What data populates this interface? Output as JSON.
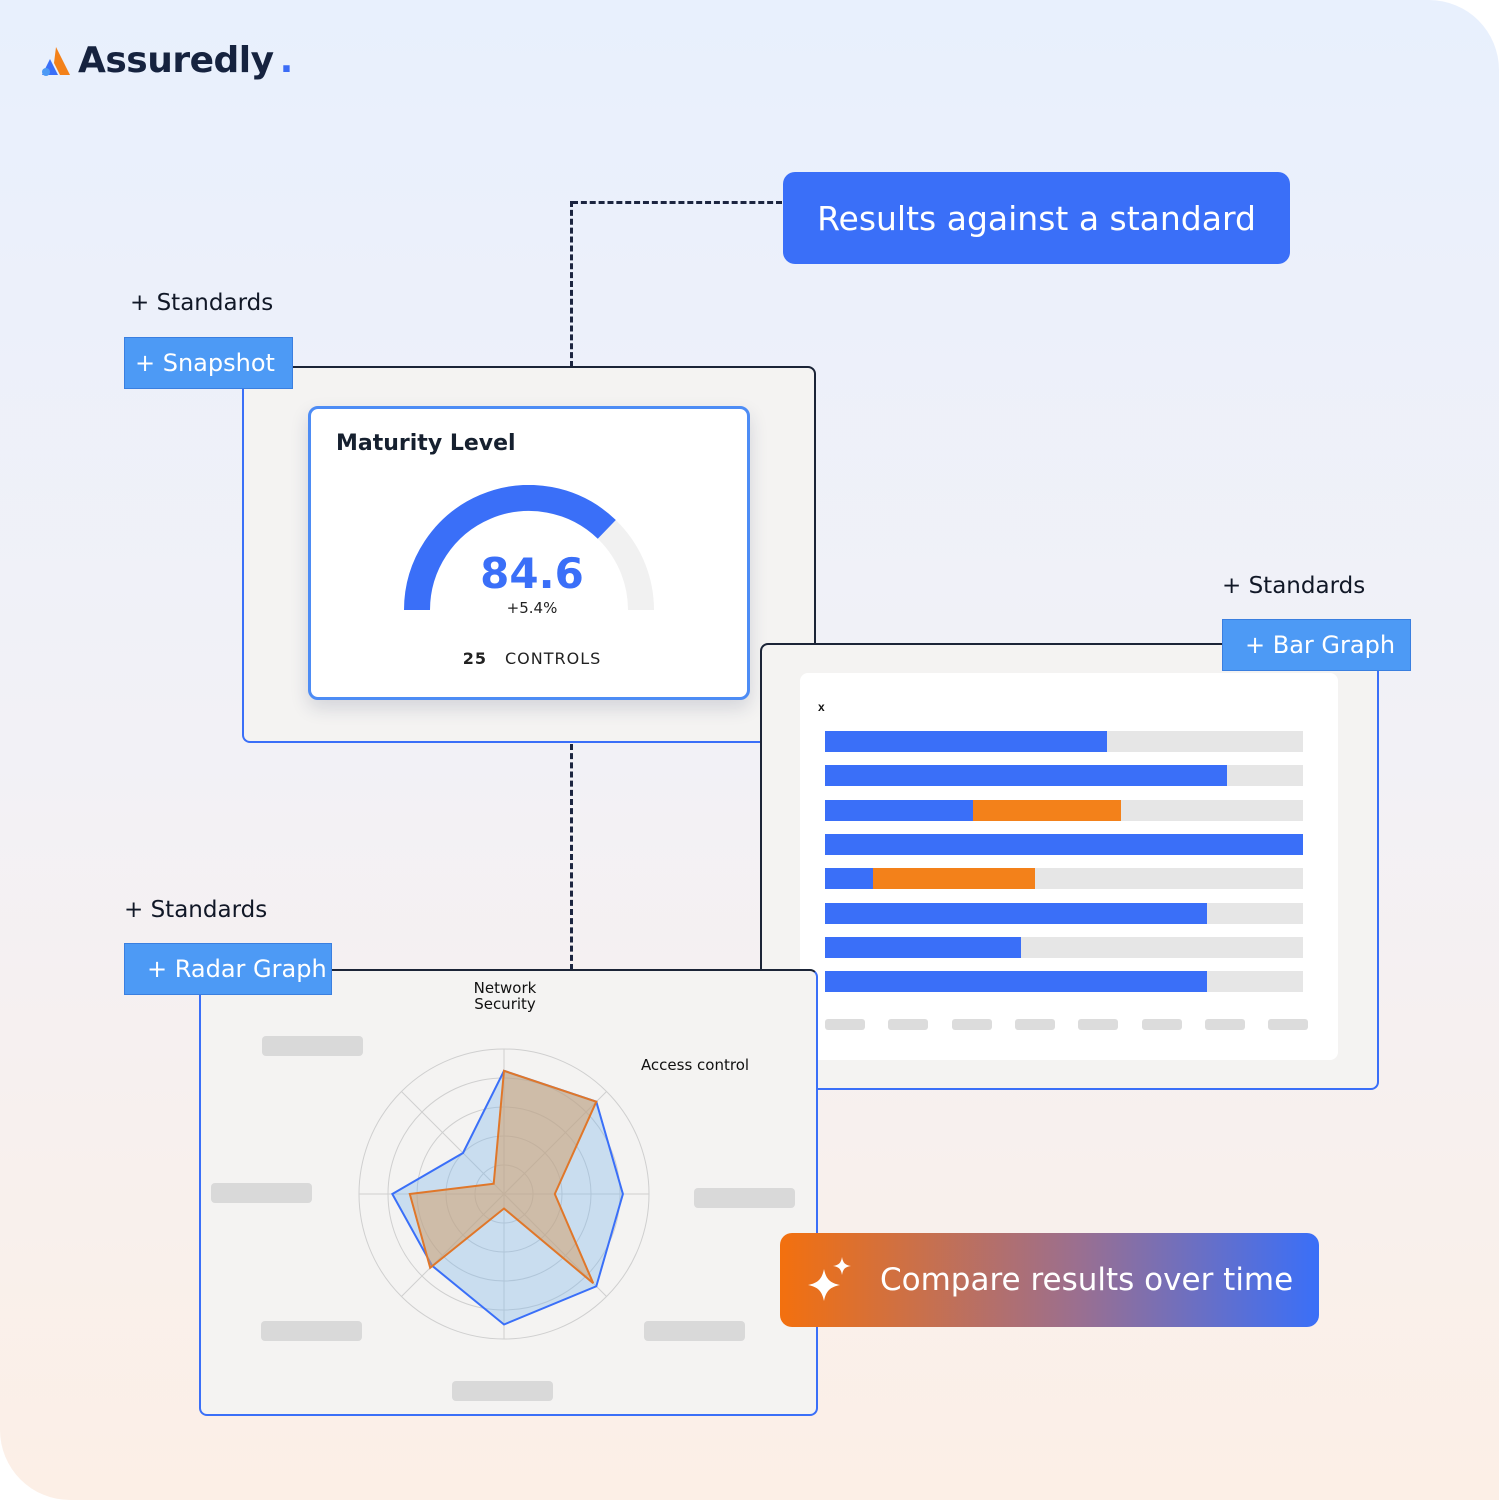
{
  "brand": {
    "name": "Assuredly",
    "dot": "."
  },
  "callouts": {
    "standard": "Results against a standard",
    "compare": "Compare results over time"
  },
  "sections": {
    "snapshot": {
      "std": "+ Standards",
      "tag": "+ Snapshot"
    },
    "bar": {
      "std": "+ Standards",
      "tag": "+ Bar Graph"
    },
    "radar": {
      "std": "+ Standards",
      "tag": "+ Radar Graph"
    }
  },
  "maturity": {
    "title": "Maturity Level",
    "value": "84.6",
    "delta": "+5.4%",
    "controls_count": "25",
    "controls_label": "CONTROLS",
    "gauge_fraction": 0.846
  },
  "bar_chart": {
    "x_label": "x",
    "rows": [
      {
        "blue": 0.59,
        "orange": 0
      },
      {
        "blue": 0.84,
        "orange": 0
      },
      {
        "blue": 0.31,
        "orange": 0.31
      },
      {
        "blue": 1.0,
        "orange": 0
      },
      {
        "blue": 0.1,
        "orange": 0.34
      },
      {
        "blue": 0.8,
        "orange": 0
      },
      {
        "blue": 0.41,
        "orange": 0
      },
      {
        "blue": 0.8,
        "orange": 0
      }
    ],
    "tick_count": 8
  },
  "radar": {
    "axes": [
      "Network Security",
      "Access control"
    ],
    "blue": [
      0.85,
      0.9,
      0.82,
      0.9,
      0.9,
      0.7,
      0.77,
      0.4
    ],
    "orange": [
      0.85,
      0.9,
      0.35,
      0.87,
      0.1,
      0.72,
      0.65,
      0.1
    ]
  },
  "colors": {
    "primary": "#3a6ff8",
    "accent": "#f3811a",
    "navy": "#16233f"
  }
}
